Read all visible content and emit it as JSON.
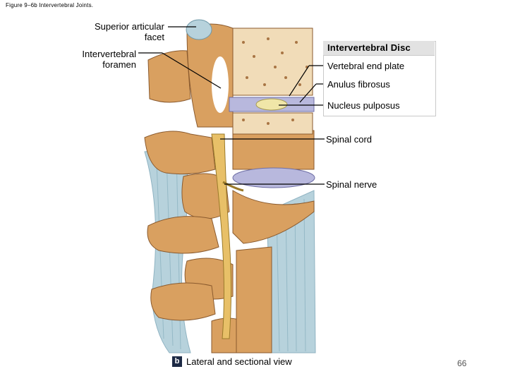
{
  "figure_title": "Figure 9–6b  Intervertebral Joints.",
  "labels_left": {
    "superior_articular_facet": "Superior articular facet",
    "intervertebral_foramen": "Intervertebral foramen"
  },
  "disc_box": {
    "heading": "Intervertebral Disc",
    "items": [
      "Vertebral end plate",
      "Anulus fibrosus",
      "Nucleus pulposus"
    ]
  },
  "labels_right": {
    "spinal_cord": "Spinal cord",
    "spinal_nerve": "Spinal nerve"
  },
  "caption": {
    "badge": "b",
    "text": "Lateral and sectional view"
  },
  "page_number": "66",
  "colors": {
    "bone": "#d9a060",
    "bone_light": "#f1dcb8",
    "cancellous": "#c79a68",
    "disc": "#b8b8dd",
    "ligament": "#b7d2dc",
    "cord": "#e8c068"
  }
}
